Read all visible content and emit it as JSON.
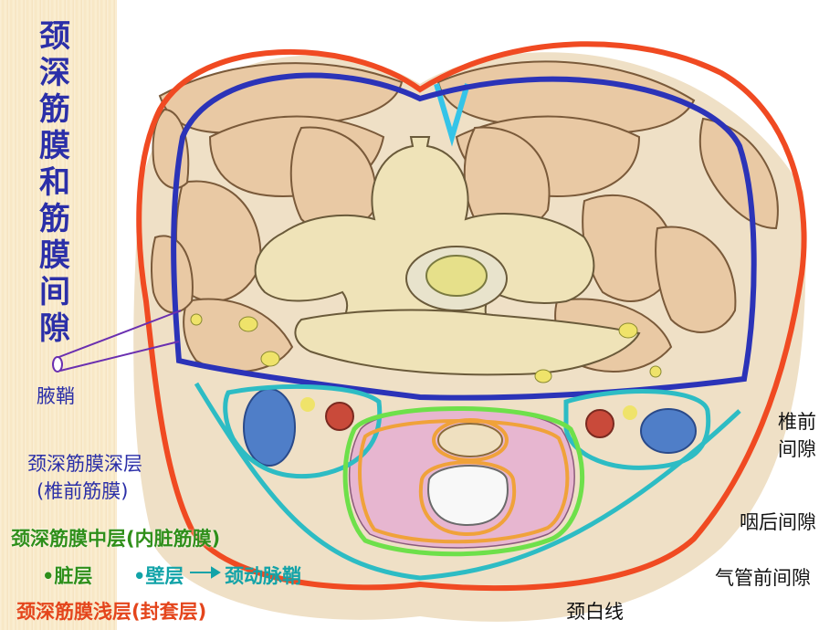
{
  "title": [
    "颈",
    "深",
    "筋",
    "膜",
    "和",
    "筋",
    "膜",
    "间",
    "隙"
  ],
  "labels": {
    "axillary_sheath": "腋鞘",
    "deep_layer": "颈深筋膜深层",
    "deep_layer_alt": "(椎前筋膜)",
    "middle_layer": "颈深筋膜中层(内脏筋膜)",
    "visceral_layer": "•脏层",
    "parietal_layer": "•壁层",
    "carotid_sheath": "颈动脉鞘",
    "superficial_layer": "颈深筋膜浅层(封套层)",
    "prevertebral_space_1": "椎前",
    "prevertebral_space_2": "间隙",
    "retropharyngeal_space": "咽后间隙",
    "pretracheal_space": "气管前间隙",
    "linea_alba": "颈白线"
  },
  "colors": {
    "title": "#2b2fa8",
    "superficial_layer": "#f04a22",
    "deep_layer": "#2b33b8",
    "carotid_sheath": "#2dbcc4",
    "visceral_layer": "#6ee04a",
    "visceral_inner": "#f0a23a",
    "muscle": "#e9c9a4",
    "bone": "#efe3b8"
  }
}
